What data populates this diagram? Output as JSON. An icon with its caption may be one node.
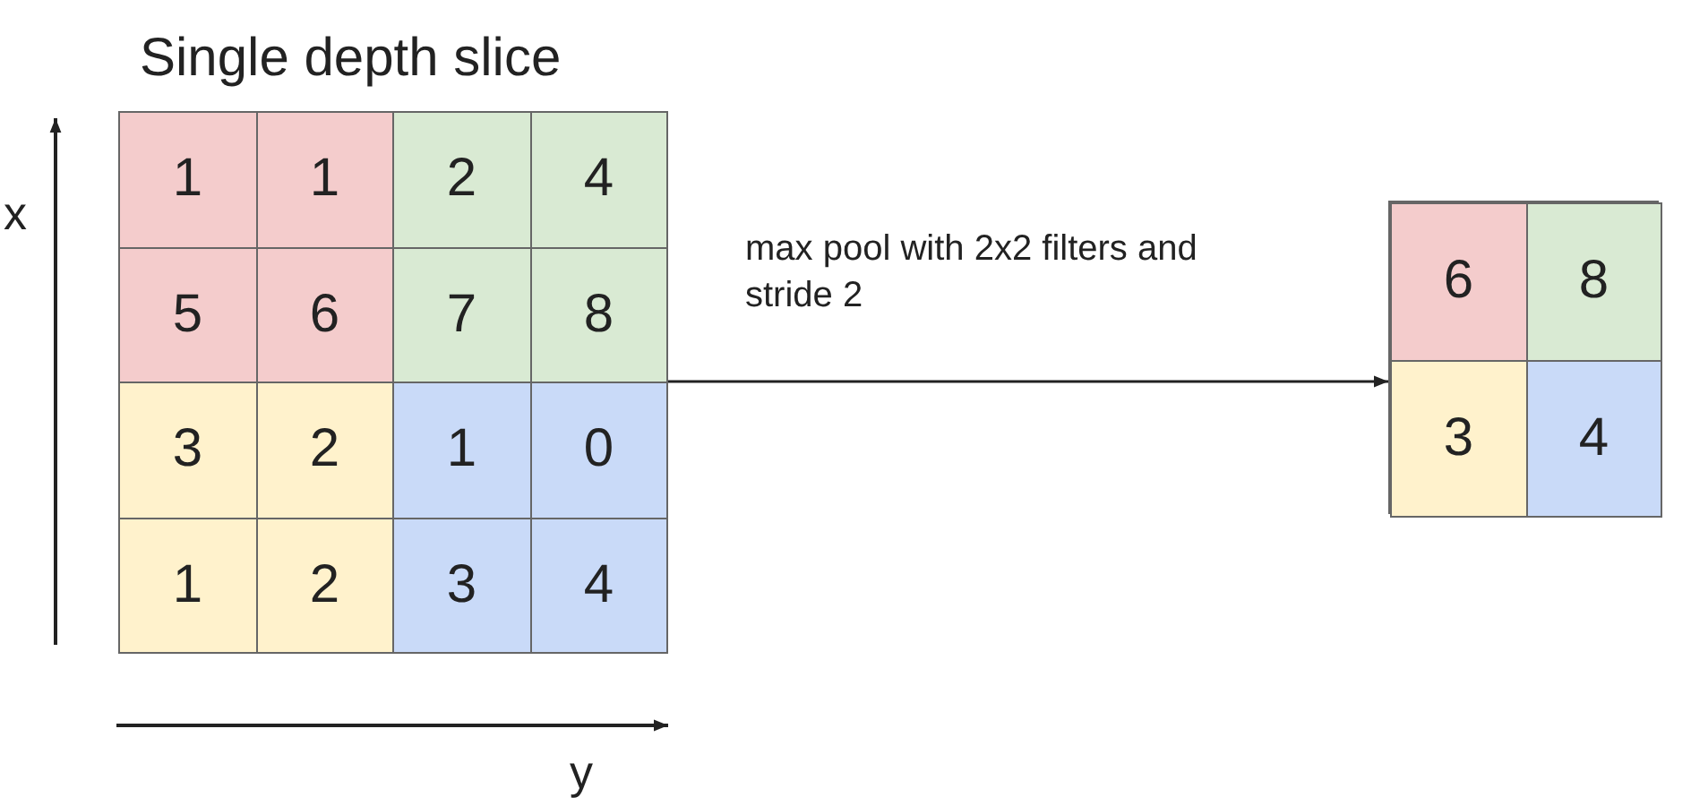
{
  "diagram": {
    "nodes": [
      {
        "text": [
          "Single depth slice"
        ]
      },
      {
        "text": [],
        "shape": "box"
      }
    ],
    "edges": [
      {
        "from": 0,
        "to": 1,
        "arrow": "to",
        "label": "max pool with 2x2 filters and stride 2"
      }
    ],
    "labels": [
      "x",
      "1",
      "1",
      "2",
      "4",
      "5",
      "6",
      "7",
      "8",
      "3",
      "2",
      "1",
      "0",
      "1",
      "2",
      "3",
      "4",
      "6",
      "8",
      "3",
      "4",
      "y"
    ]
  }
}
